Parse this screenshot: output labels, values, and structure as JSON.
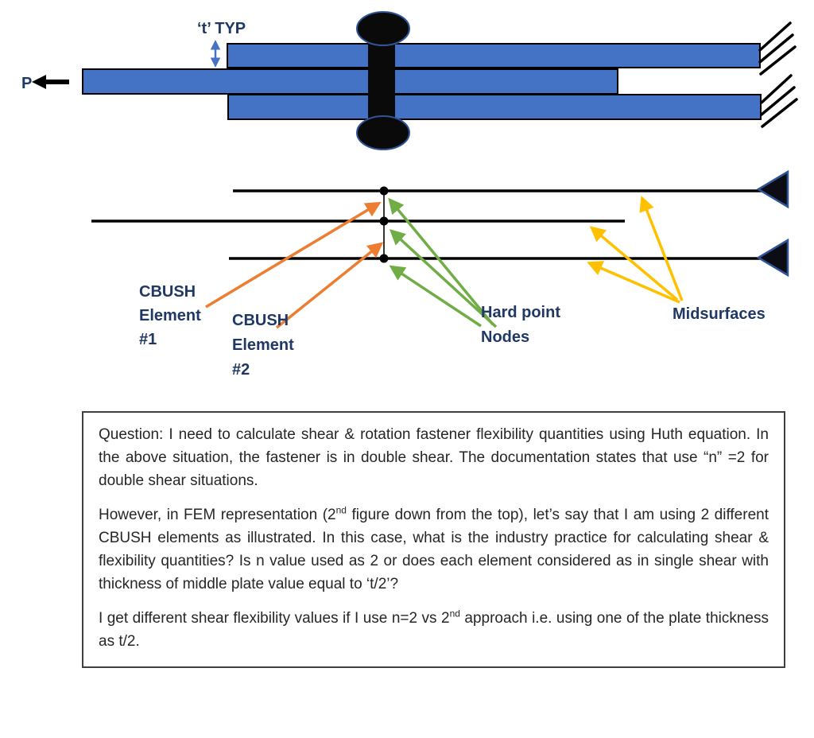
{
  "colors": {
    "plate_blue": "#4472C4",
    "bolt_black": "#0A0A0A",
    "steel_outline": "#2F5597",
    "arrow_orange": "#ED7D31",
    "arrow_green": "#70AD47",
    "arrow_yellow": "#FFC000",
    "label_navy": "#1F3864",
    "body_text": "#262626",
    "box_border": "#3F3F3F"
  },
  "top_figure": {
    "thickness_label": "‘t’ TYP",
    "load_label": "P"
  },
  "fem_figure": {
    "cbush1": [
      "CBUSH",
      "Element",
      "#1"
    ],
    "cbush2": [
      "CBUSH",
      "Element",
      "#2"
    ],
    "hard_point": [
      "Hard point",
      "Nodes"
    ],
    "midsurfaces": "Midsurfaces"
  },
  "question_box": {
    "paragraphs": [
      [
        {
          "t": "Question: I need to calculate shear & rotation fastener flexibility quantities using Huth equation. In the above situation, the fastener is in double shear. The documentation states that use “n” =2 for double shear situations."
        }
      ],
      [
        {
          "t": "However, in FEM representation (2"
        },
        {
          "t": "nd",
          "sup": true
        },
        {
          "t": " figure down from the top), let’s say that I am using 2 different CBUSH elements as illustrated. In this case, what is the industry practice for calculating shear & flexibility quantities? Is n value used as 2 or does each element considered as in single shear with thickness of middle plate value equal to ‘t/2’?"
        }
      ],
      [
        {
          "t": "I get different shear flexibility values if I use n=2 vs 2"
        },
        {
          "t": "nd",
          "sup": true
        },
        {
          "t": " approach i.e. using one of the plate thickness as t/2."
        }
      ]
    ]
  }
}
